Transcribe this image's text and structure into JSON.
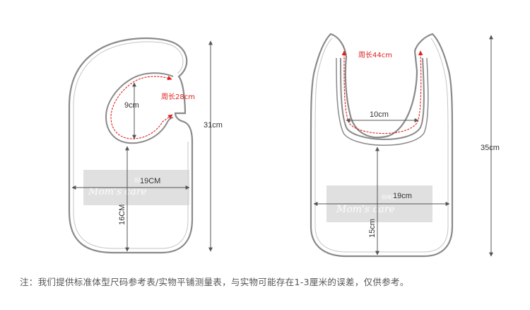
{
  "left_bib": {
    "neck_circumference_label": "周长28cm",
    "neck_height_label": "9cm",
    "total_height_label": "31cm",
    "body_width_label": "19CM",
    "body_height_label": "16CM"
  },
  "right_bib": {
    "neck_circumference_label": "周长44cm",
    "neck_width_label": "10cm",
    "total_height_label": "35cm",
    "body_width_label": "19cm",
    "body_height_label": "15cm"
  },
  "watermark": {
    "main": "Mom's care",
    "small": "妈咪宝"
  },
  "footnote": "注：我们提供标准体型尺码参考表/实物平铺测量表，与实物可能存在1-3厘米的误差，仅供参考。",
  "colors": {
    "outline": "#8a8a8a",
    "dimension": "#555555",
    "highlight": "#e02020"
  }
}
